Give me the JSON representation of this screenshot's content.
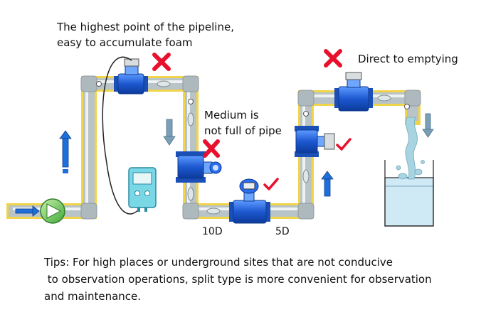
{
  "labels": {
    "highest_point_line1": "The highest point of the pipeline,",
    "highest_point_line2": "easy to accumulate foam",
    "direct_emptying": "Direct to emptying",
    "medium_line1": "Medium is",
    "medium_line2": "not full of pipe",
    "dist_10d": "10D",
    "dist_5d": "5D"
  },
  "tips": {
    "line1": "Tips: For high places or underground sites that are not conducive",
    "line2": " to observation operations, split type is more convenient for observation",
    "line3": "and maintenance."
  },
  "marks": {
    "wrong_symbol_color": "#e8112d",
    "right_symbol_color": "#e8112d",
    "pipe_color": "#b9c4c8",
    "pipe_edge_color": "#f1d44a",
    "meter_color": "#1e5fd6",
    "flow_arrow_color": "#1e6fd9"
  }
}
